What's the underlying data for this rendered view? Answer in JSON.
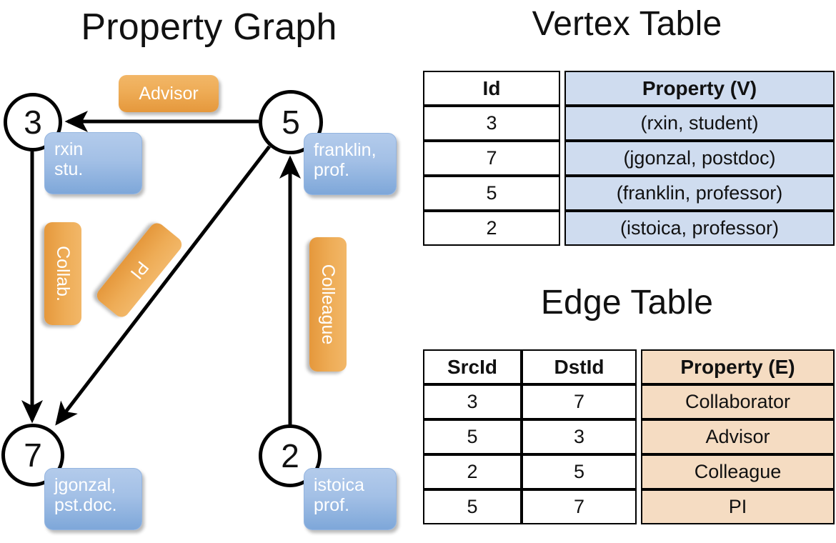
{
  "titles": {
    "property_graph": "Property Graph",
    "vertex_table": "Vertex Table",
    "edge_table": "Edge Table"
  },
  "colors": {
    "vertex_property_fill": "#cfdcef",
    "edge_property_fill": "#f5dcc2",
    "vertex_box_blue": "#a3c0e6",
    "edge_label_orange": "#eeac56",
    "node_stroke": "#000000",
    "background": "#ffffff"
  },
  "graph": {
    "nodes": [
      {
        "id": "3",
        "property_label": "rxin\nstu."
      },
      {
        "id": "5",
        "property_label": "franklin,\nprof."
      },
      {
        "id": "7",
        "property_label": "jgonzal,\npst.doc."
      },
      {
        "id": "2",
        "property_label": "istoica\nprof."
      }
    ],
    "node_labels": {
      "n3": "3",
      "n5": "5",
      "n7": "7",
      "n2": "2"
    },
    "vertex_property_boxes": {
      "rxin_line1": "rxin",
      "rxin_line2": "stu.",
      "franklin_line1": "franklin,",
      "franklin_line2": "prof.",
      "jgonzal_line1": "jgonzal,",
      "jgonzal_line2": "pst.doc.",
      "istoica_line1": "istoica",
      "istoica_line2": "prof."
    },
    "edge_labels": {
      "advisor": "Advisor",
      "collab": "Collab.",
      "pi": "PI",
      "colleague": "Colleague"
    },
    "edges": [
      {
        "src": "5",
        "dst": "3",
        "label": "Advisor"
      },
      {
        "src": "3",
        "dst": "7",
        "label": "Collab."
      },
      {
        "src": "5",
        "dst": "7",
        "label": "PI"
      },
      {
        "src": "2",
        "dst": "5",
        "label": "Colleague"
      }
    ]
  },
  "vertex_table": {
    "headers": [
      "Id",
      "Property (V)"
    ],
    "rows": [
      {
        "id": "3",
        "property": "(rxin, student)"
      },
      {
        "id": "7",
        "property": "(jgonzal, postdoc)"
      },
      {
        "id": "5",
        "property": "(franklin, professor)"
      },
      {
        "id": "2",
        "property": "(istoica, professor)"
      }
    ]
  },
  "edge_table": {
    "headers": [
      "SrcId",
      "DstId",
      "Property (E)"
    ],
    "rows": [
      {
        "src": "3",
        "dst": "7",
        "property": "Collaborator"
      },
      {
        "src": "5",
        "dst": "3",
        "property": "Advisor"
      },
      {
        "src": "2",
        "dst": "5",
        "property": "Colleague"
      },
      {
        "src": "5",
        "dst": "7",
        "property": "PI"
      }
    ]
  }
}
